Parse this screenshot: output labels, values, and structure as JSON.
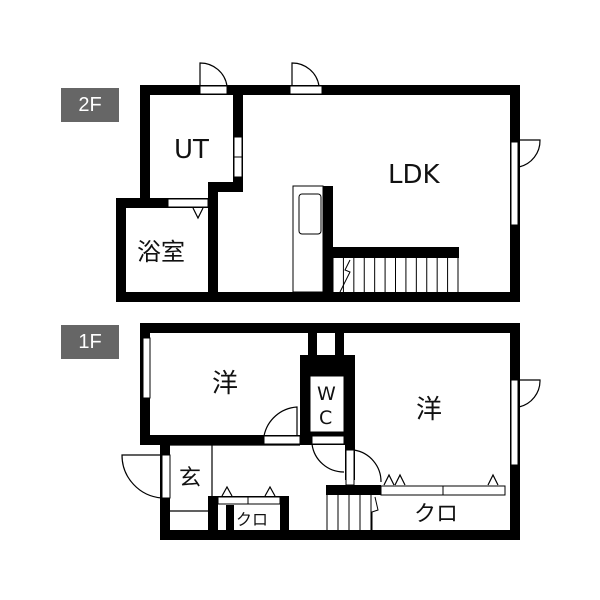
{
  "floors": [
    {
      "label": "2F",
      "rooms": {
        "ut": "UT",
        "ldk": "LDK",
        "bath": "浴室"
      }
    },
    {
      "label": "1F",
      "rooms": {
        "western_left": "洋",
        "western_right": "洋",
        "wc_w": "W",
        "wc_c": "C",
        "entrance": "玄",
        "closet_small": "クロ",
        "closet_large": "クロ"
      }
    }
  ],
  "colors": {
    "wall": "#000000",
    "badge": "#666666"
  }
}
